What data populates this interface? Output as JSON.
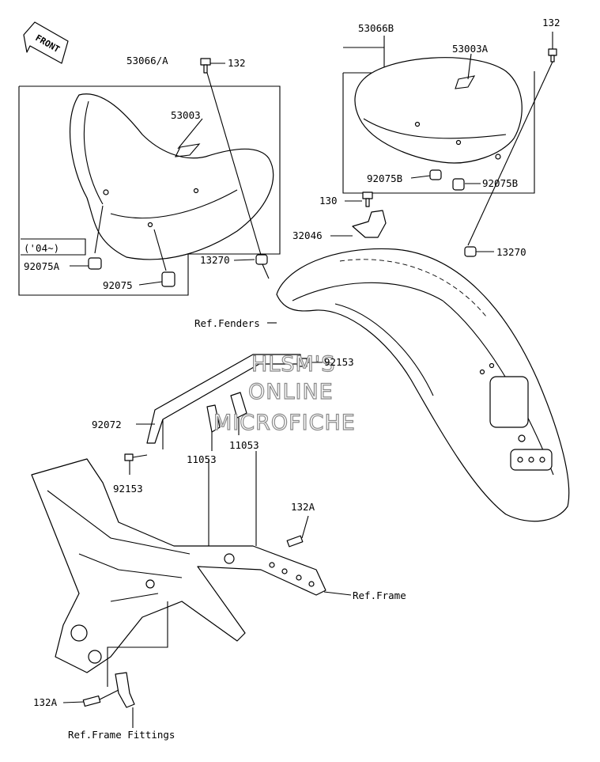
{
  "front_label": "FRONT",
  "labels": {
    "l53066a": "53066/A",
    "l132_left": "132",
    "l53003": "53003",
    "l04": "('04~)",
    "l92075a": "92075A",
    "l92075": "92075",
    "l13270_left": "13270",
    "l53066b": "53066B",
    "l132_right": "132",
    "l53003a": "53003A",
    "l92075b_left": "92075B",
    "l92075b_right": "92075B",
    "l130": "130",
    "l32046": "32046",
    "l13270_right": "13270",
    "ref_fenders": "Ref.Fenders",
    "l92153_top": "92153",
    "l92072": "92072",
    "l11053_right": "11053",
    "l11053_left": "11053",
    "l92153_left": "92153",
    "l132a_right": "132A",
    "ref_frame": "Ref.Frame",
    "l132a_bottom": "132A",
    "ref_frame_fittings": "Ref.Frame Fittings"
  },
  "watermark": [
    "HLSM'S",
    "ONLINE",
    "MICROFICHE"
  ]
}
